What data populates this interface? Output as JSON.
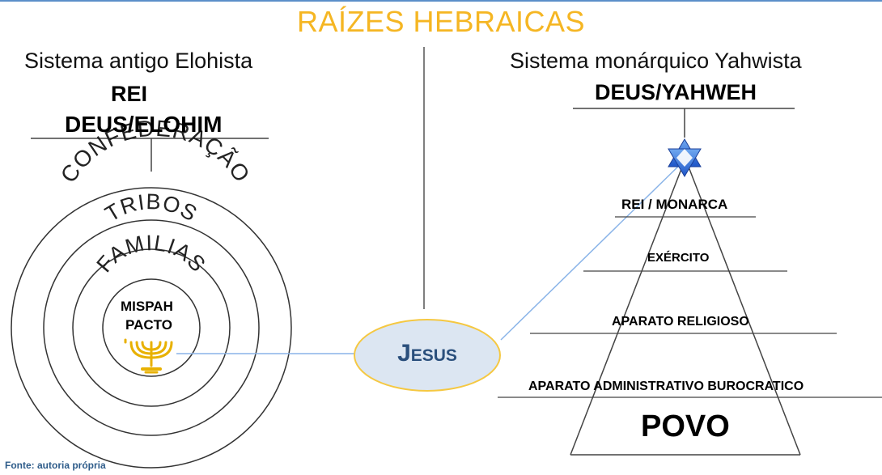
{
  "title": "RAÍZES HEBRAICAS",
  "left": {
    "heading": "Sistema antigo Elohista",
    "rei": "REI",
    "deus": "DEUS/ELOHIM",
    "ring_outer": "CONFEDERAÇÃO",
    "ring_middle": "TRIBOS",
    "ring_inner": "FAMILIAS",
    "center_top": "MISPAH",
    "center_bottom": "PACTO",
    "center_icon": "menorah-icon"
  },
  "right": {
    "heading": "Sistema monárquico  Yahwista",
    "deus": "DEUS/YAHWEH",
    "top_icon": "star-of-david-icon",
    "levels": [
      "REI / MONARCA",
      "EXÉRCITO",
      "APARATO RELIGIOSO",
      "APARATO ADMINISTRATIVO BUROCRATICO"
    ],
    "base": "POVO"
  },
  "center": {
    "label": "Jesus"
  },
  "source": "Fonte: autoria própria",
  "colors": {
    "title": "#f5b623",
    "ellipse_fill": "#dce6f2",
    "ellipse_stroke": "#f5c842",
    "connector": "#8ab4e8",
    "jesus_text": "#2a4f7c"
  }
}
